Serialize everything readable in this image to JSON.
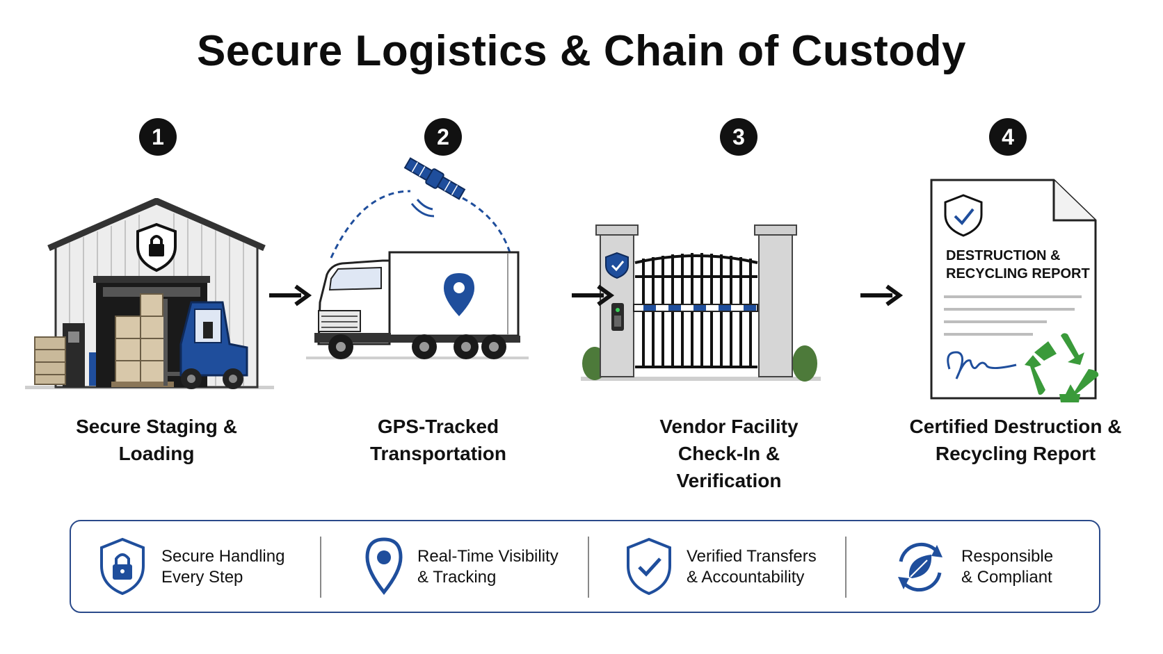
{
  "title": "Secure Logistics & Chain of Custody",
  "colors": {
    "accent_blue": "#1f4e9c",
    "badge": "#111111",
    "recycle_green": "#3a9a3a",
    "panel_border": "#2a4a8a"
  },
  "steps": [
    {
      "number": "1",
      "icon": "warehouse-forklift-illustration",
      "label_line1": "Secure Staging &",
      "label_line2": "Loading"
    },
    {
      "number": "2",
      "icon": "gps-truck-illustration",
      "label_line1": "GPS-Tracked",
      "label_line2": "Transportation"
    },
    {
      "number": "3",
      "icon": "secure-gate-illustration",
      "label_line1": "Vendor Facility",
      "label_line2": "Check-In &",
      "label_line3": "Verification"
    },
    {
      "number": "4",
      "icon": "certificate-document-illustration",
      "label_line1": "Certified Destruction &",
      "label_line2": "Recycling Report"
    }
  ],
  "report": {
    "line1": "DESTRUCTION &",
    "line2": "RECYCLING REPORT"
  },
  "features": [
    {
      "icon": "shield-lock-icon",
      "line1": "Secure Handling",
      "line2": "Every Step"
    },
    {
      "icon": "location-pin-icon",
      "line1": "Real-Time Visibility",
      "line2": "& Tracking"
    },
    {
      "icon": "shield-check-icon",
      "line1": "Verified Transfers",
      "line2": "& Accountability"
    },
    {
      "icon": "eco-leaf-cycle-icon",
      "line1": "Responsible",
      "line2": "& Compliant"
    }
  ]
}
